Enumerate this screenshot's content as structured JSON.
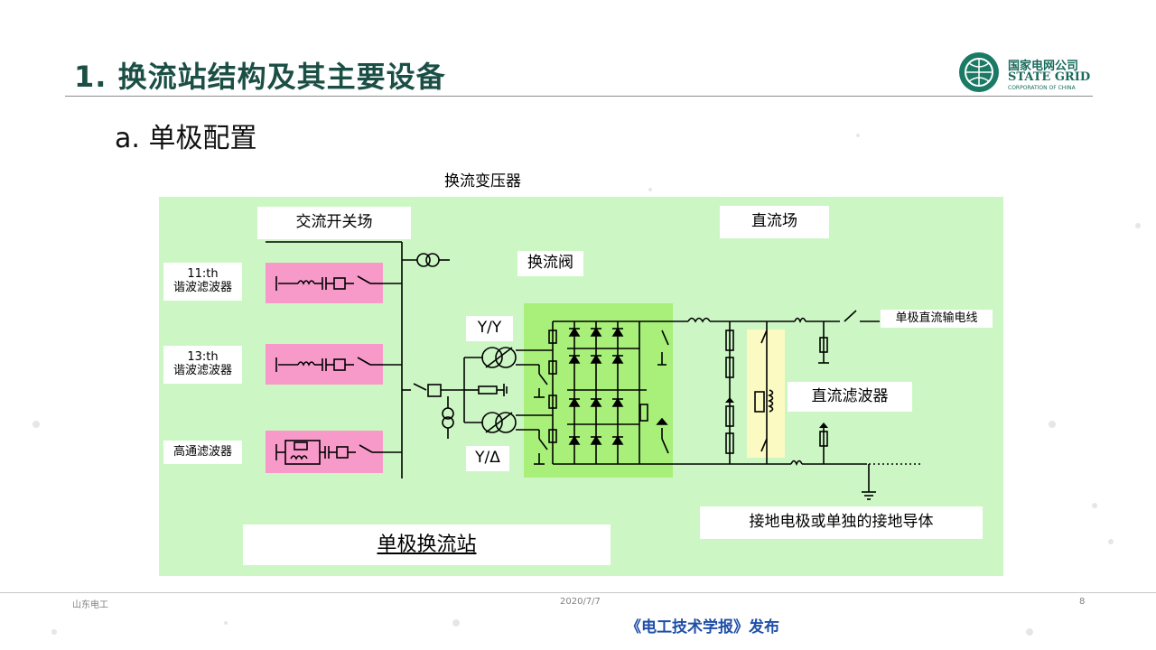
{
  "slide": {
    "title": "1. 换流站结构及其主要设备",
    "subtitle": "a. 单极配置"
  },
  "logo": {
    "name_cn": "国家电网公司",
    "name_en": "STATE GRID",
    "tagline": "CORPORATION OF CHINA"
  },
  "diagram": {
    "transformer_label": "换流变压器",
    "ac_switchyard": "交流开关场",
    "dc_yard": "直流场",
    "valve_label": "换流阀",
    "filter_11": "11:th\n谐波滤波器",
    "filter_13": "13:th\n谐波滤波器",
    "filter_high": "高通滤波器",
    "winding_yy": "Y/Y",
    "winding_yd": "Y/Δ",
    "dc_line": "单极直流输电线",
    "dc_filter": "直流滤波器",
    "grounding": "接地电极或单独的接地导体",
    "station": "单极换流站"
  },
  "footer": {
    "left": "山东电工",
    "date": "2020/7/7",
    "page": "8",
    "journal": "《电工技术学报》发布"
  },
  "colors": {
    "title": "#1b4f45",
    "panel": "#ccf7c4",
    "filter": "#f79ac9",
    "valve": "#a8f07a",
    "dc_filter_box": "#fafac2",
    "journal": "#1f4fa8"
  }
}
